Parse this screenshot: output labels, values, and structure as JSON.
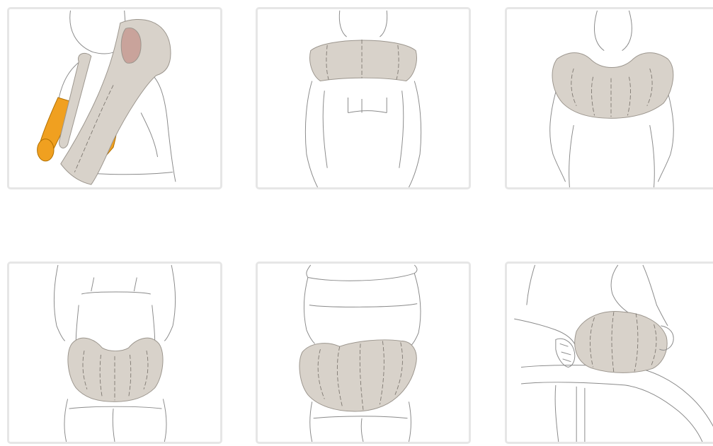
{
  "colors": {
    "pad_fill": "#d8d2ca",
    "pad_inner": "#c9a39b",
    "strap_fill": "#f0a020",
    "outline": "#8a8a8a",
    "panel_border": "#e6e6e6",
    "background": "#ffffff"
  },
  "panels": [
    {
      "position": "shoulder-side"
    },
    {
      "position": "upper-back"
    },
    {
      "position": "neck-shoulders"
    },
    {
      "position": "lower-back"
    },
    {
      "position": "waist"
    },
    {
      "position": "thigh"
    }
  ]
}
